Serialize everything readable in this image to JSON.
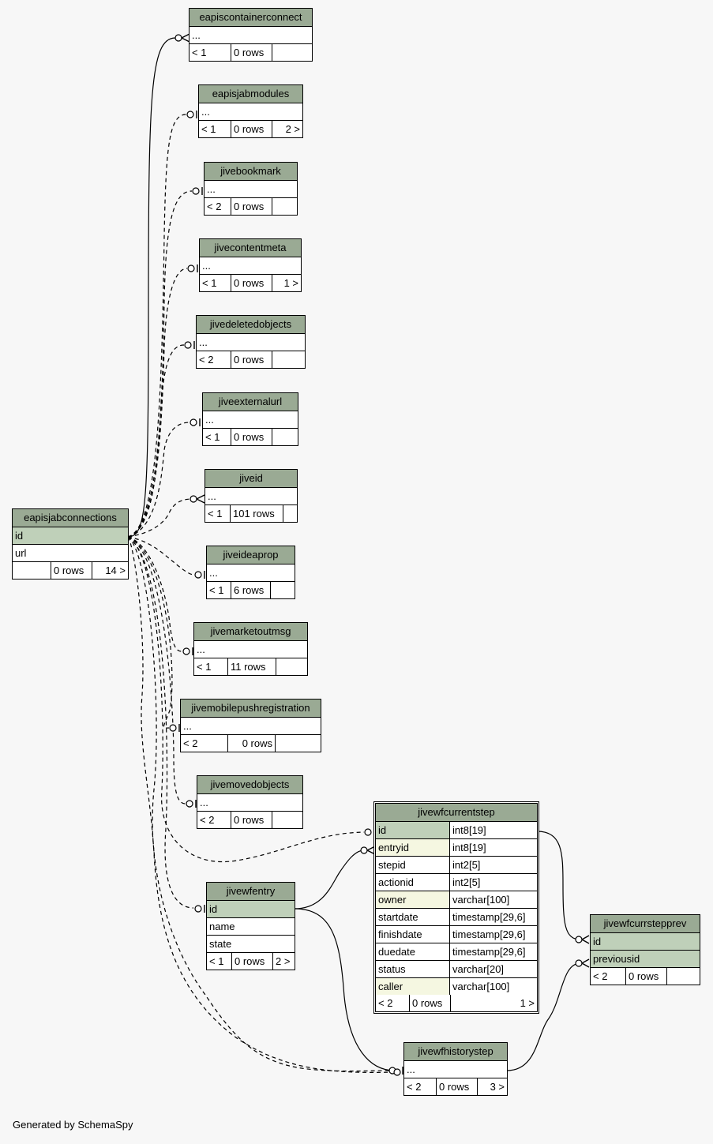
{
  "footer": "Generated by SchemaSpy",
  "tables": {
    "eapiscontainerconnect": {
      "name": "eapiscontainerconnect",
      "col": "...",
      "parents": "< 1",
      "rows": "0 rows",
      "children": ""
    },
    "eapisjabmodules": {
      "name": "eapisjabmodules",
      "col": "...",
      "parents": "< 1",
      "rows": "0 rows",
      "children": "2 >"
    },
    "jivebookmark": {
      "name": "jivebookmark",
      "col": "...",
      "parents": "< 2",
      "rows": "0 rows",
      "children": ""
    },
    "jivecontentmeta": {
      "name": "jivecontentmeta",
      "col": "...",
      "parents": "< 1",
      "rows": "0 rows",
      "children": "1 >"
    },
    "jivedeletedobjects": {
      "name": "jivedeletedobjects",
      "col": "...",
      "parents": "< 2",
      "rows": "0 rows",
      "children": ""
    },
    "jiveexternalurl": {
      "name": "jiveexternalurl",
      "col": "...",
      "parents": "< 1",
      "rows": "0 rows",
      "children": ""
    },
    "jiveid": {
      "name": "jiveid",
      "col": "...",
      "parents": "< 1",
      "rows": "101 rows",
      "children": ""
    },
    "jiveideaprop": {
      "name": "jiveideaprop",
      "col": "...",
      "parents": "< 1",
      "rows": "6 rows",
      "children": ""
    },
    "jivemarketoutmsg": {
      "name": "jivemarketoutmsg",
      "col": "...",
      "parents": "< 1",
      "rows": "11 rows",
      "children": ""
    },
    "jivemobilepushregistration": {
      "name": "jivemobilepushregistration",
      "col": "...",
      "parents": "< 2",
      "rows": "0 rows",
      "children": ""
    },
    "jivemovedobjects": {
      "name": "jivemovedobjects",
      "col": "...",
      "parents": "< 2",
      "rows": "0 rows",
      "children": ""
    },
    "eapisjabconnections": {
      "name": "eapisjabconnections",
      "col_id": "id",
      "col_url": "url",
      "parents": "",
      "rows": "0 rows",
      "children": "14 >"
    },
    "jivewfentry": {
      "name": "jivewfentry",
      "col_id": "id",
      "col_name": "name",
      "col_state": "state",
      "parents": "< 1",
      "rows": "0 rows",
      "children": "2 >"
    },
    "jivewfhistorystep": {
      "name": "jivewfhistorystep",
      "col": "...",
      "parents": "< 2",
      "rows": "0 rows",
      "children": "3 >"
    },
    "jivewfcurrstepprev": {
      "name": "jivewfcurrstepprev",
      "col_id": "id",
      "col_previousid": "previousid",
      "parents": "< 2",
      "rows": "0 rows",
      "children": ""
    },
    "jivewfcurrentstep": {
      "name": "jivewfcurrentstep",
      "columns": [
        {
          "name": "id",
          "type": "int8[19]"
        },
        {
          "name": "entryid",
          "type": "int8[19]"
        },
        {
          "name": "stepid",
          "type": "int2[5]"
        },
        {
          "name": "actionid",
          "type": "int2[5]"
        },
        {
          "name": "owner",
          "type": "varchar[100]"
        },
        {
          "name": "startdate",
          "type": "timestamp[29,6]"
        },
        {
          "name": "finishdate",
          "type": "timestamp[29,6]"
        },
        {
          "name": "duedate",
          "type": "timestamp[29,6]"
        },
        {
          "name": "status",
          "type": "varchar[20]"
        },
        {
          "name": "caller",
          "type": "varchar[100]"
        }
      ],
      "parents": "< 2",
      "rows": "0 rows",
      "children": "1 >"
    }
  }
}
